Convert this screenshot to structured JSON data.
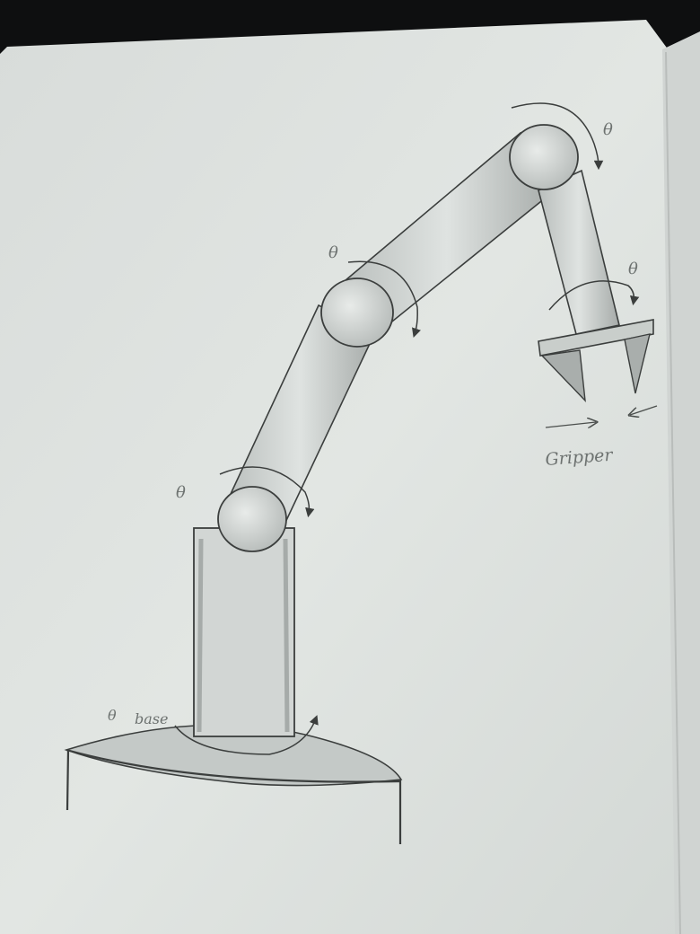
{
  "diagram": {
    "labels": {
      "theta_symbol": "θ",
      "base": "base",
      "gripper": "Gripper"
    }
  },
  "colors": {
    "paper": "#dfe3e0",
    "paper_edge": "#c9cecb",
    "background": "#0e0f10",
    "pencil": "#3b3e3d",
    "shading": "#a9aeac"
  }
}
